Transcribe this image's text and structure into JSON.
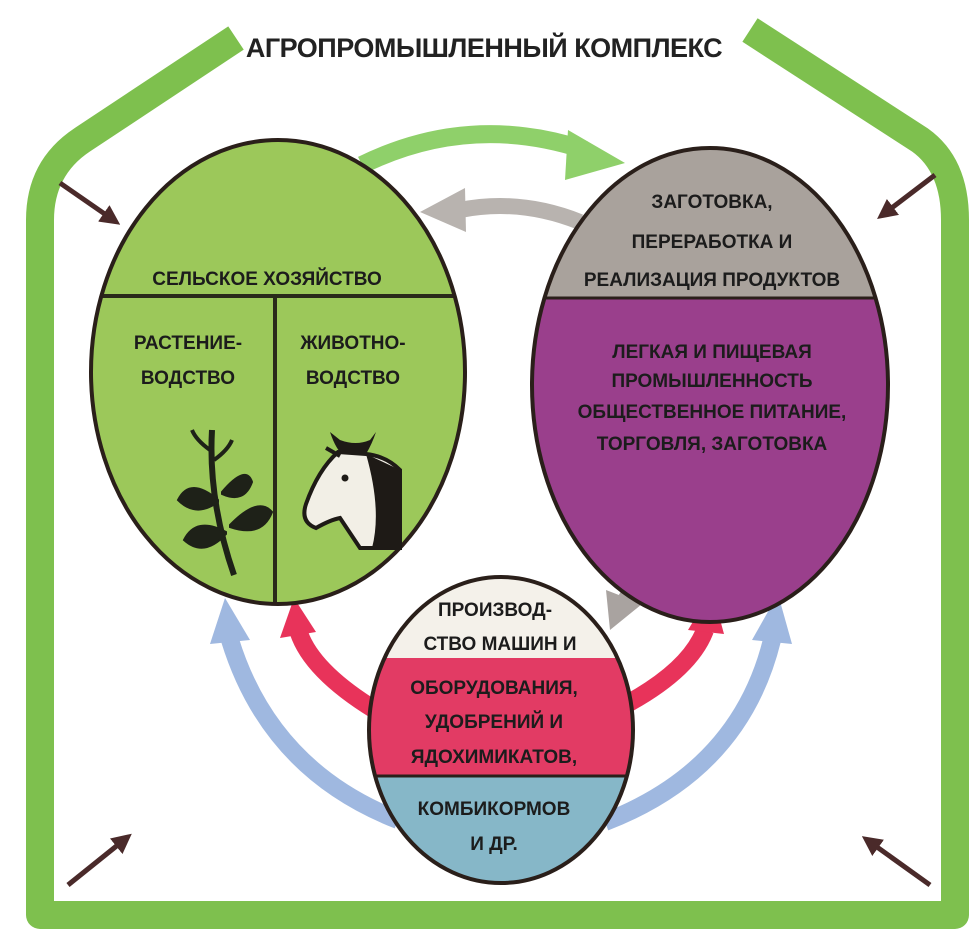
{
  "title": "АГРОПРОМЫШЛЕННЫЙ КОМПЛЕКС",
  "colors": {
    "frame_green": "#7ec04e",
    "agri_green": "#9cc85a",
    "procurement_gray": "#a9a29c",
    "industry_purple": "#9a3f8c",
    "machines_red": "#e23b64",
    "feed_blue": "#86b7c8",
    "arrow_green": "#8fd06a",
    "arrow_gray": "#b8b3af",
    "arrow_red": "#e8335a",
    "arrow_blue": "#9fb8e0",
    "arrow_dark": "#4a2a2a"
  },
  "agriculture": {
    "title": "СЕЛЬСКОЕ ХОЗЯЙСТВО",
    "crop": {
      "line1": "РАСТЕНИЕ-",
      "line2": "ВОДСТВО",
      "icon": "plant-icon"
    },
    "livestock": {
      "line1": "ЖИВОТНО-",
      "line2": "ВОДСТВО",
      "icon": "cow-icon"
    }
  },
  "processing": {
    "top": {
      "line1": "ЗАГОТОВКА,",
      "line2": "ПЕРЕРАБОТКА И",
      "line3": "РЕАЛИЗАЦИЯ ПРОДУКТОВ"
    },
    "bottom": {
      "line1": "ЛЕГКАЯ И ПИЩЕВАЯ",
      "line2": "ПРОМЫШЛЕННОСТЬ",
      "line3": "ОБЩЕСТВЕННОЕ ПИТАНИЕ,",
      "line4": "ТОРГОВЛЯ, ЗАГОТОВКА"
    }
  },
  "production": {
    "top": {
      "line1": "ПРОИЗВОД-",
      "line2": "СТВО МАШИН И"
    },
    "middle": {
      "line1": "ОБОРУДОВАНИЯ,",
      "line2": "УДОБРЕНИЙ   И",
      "line3": "ЯДОХИМИКАТОВ,"
    },
    "bottom": {
      "line1": "КОМБИКОРМОВ",
      "line2": "И ДР."
    }
  }
}
